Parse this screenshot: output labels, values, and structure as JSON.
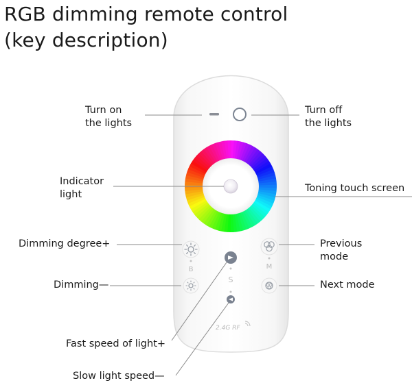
{
  "title": {
    "line1": "RGB dimming remote control",
    "line2": "(key description)"
  },
  "labels": {
    "turn_on": "Turn on\nthe lights",
    "turn_off": "Turn off\nthe lights",
    "indicator": "Indicator\nlight",
    "toning": "Toning touch screen",
    "dim_plus": "Dimming degree+",
    "previous": "Previous\nmode",
    "dimming_minus": "Dimming—",
    "next_mode": "Next mode",
    "fast_speed": "Fast speed of light+",
    "slow_speed": "Slow light speed—"
  },
  "remote": {
    "key_b": "B",
    "key_s": "S",
    "key_m": "M",
    "brand": "2.4G RF"
  }
}
